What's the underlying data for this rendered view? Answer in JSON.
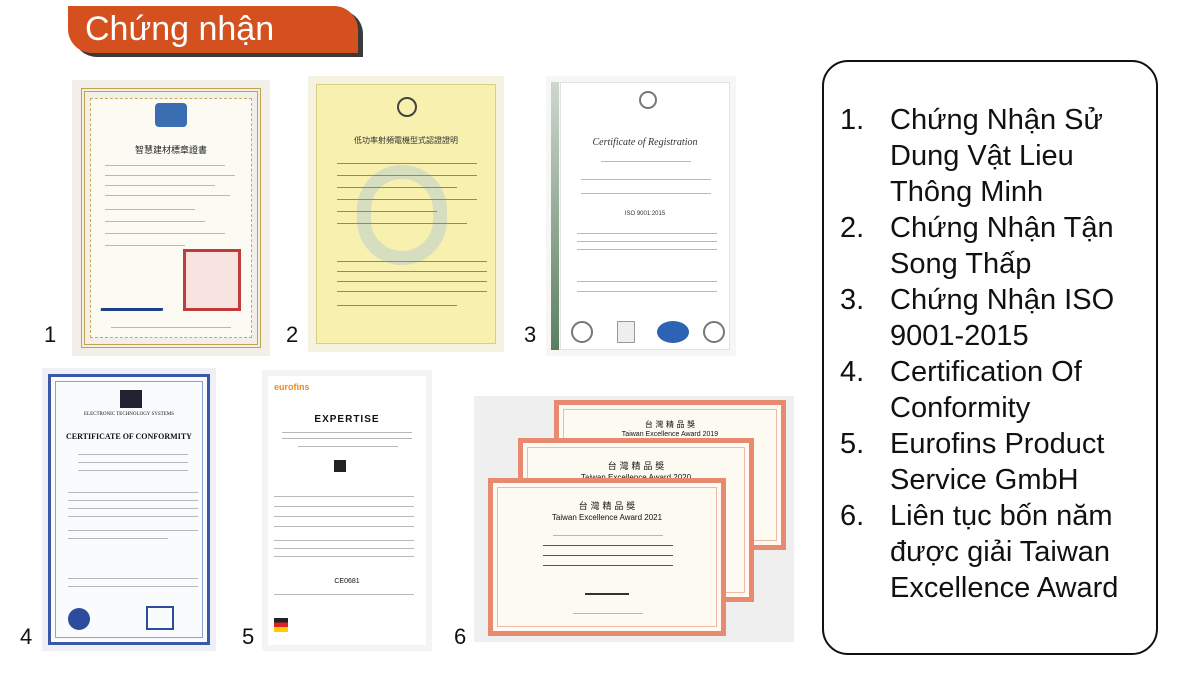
{
  "title": "Chứng nhận",
  "certificates": [
    {
      "number": "1",
      "heading": "智慧建材標章證書"
    },
    {
      "number": "2",
      "heading": "低功率射頻電機型式認證證明"
    },
    {
      "number": "3",
      "heading": "Certificate of Registration",
      "standard": "ISO 9001:2015"
    },
    {
      "number": "4",
      "heading": "CERTIFICATE OF CONFORMITY",
      "org": "ELECTRONIC TECHNOLOGY SYSTEMS"
    },
    {
      "number": "5",
      "brand": "eurofins",
      "heading": "EXPERTISE",
      "mark": "CE0681"
    },
    {
      "number": "6",
      "awards": [
        "Taiwan Excellence Award 2019",
        "Taiwan Excellence Award 2020",
        "Taiwan Excellence Award 2021"
      ],
      "award_cn": "台 灣 精 品 獎"
    }
  ],
  "list": [
    {
      "n": "1.",
      "text": "Chứng Nhận Sử Dung Vật Lieu Thông Minh"
    },
    {
      "n": "2.",
      "text": "Chứng Nhận Tận Song Thấp"
    },
    {
      "n": "3.",
      "text": "Chứng Nhận ISO 9001-2015"
    },
    {
      "n": "4.",
      "text": "Certification Of Conformity"
    },
    {
      "n": "5.",
      "text": "Eurofins Product Service GmbH"
    },
    {
      "n": "6.",
      "text": "Liên tục bốn năm được giải Taiwan Excellence Award"
    }
  ],
  "colors": {
    "accent": "#d4501f",
    "shadow": "#3a3a3a"
  }
}
